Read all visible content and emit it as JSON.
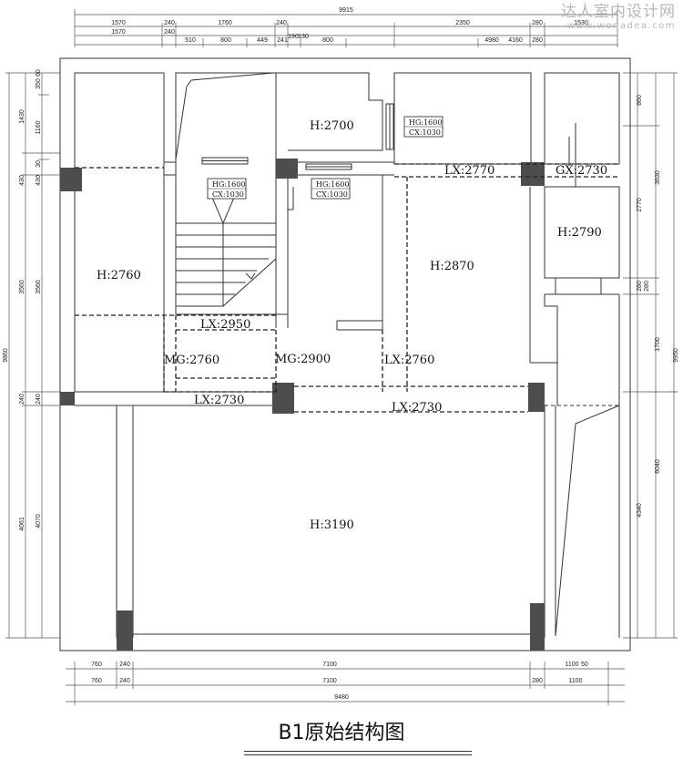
{
  "watermark": {
    "cn": "达人室内设计网",
    "en": "www.wonadea.com"
  },
  "title": "B1原始结构图",
  "top_dims": {
    "total": "9915",
    "row1": [
      "1570",
      "240",
      "1760",
      "240",
      "2350",
      "280",
      "1530"
    ],
    "row2": [
      "1570",
      "240",
      "510",
      "800",
      "449",
      "241",
      "190",
      "130",
      "800",
      "4980",
      "4160",
      "280"
    ]
  },
  "bottom_dims": {
    "row1": [
      "760",
      "240",
      "7100",
      "1100",
      "50"
    ],
    "row2": [
      "760",
      "240",
      "7100",
      "280",
      "1100"
    ],
    "total": "9480"
  },
  "left_dims": {
    "outer": "9860",
    "mid": [
      "1430",
      "430",
      "3560",
      "240",
      "4061"
    ],
    "inner": [
      "350",
      "60",
      "1160",
      "30",
      "430",
      "3560",
      "240",
      "4070"
    ]
  },
  "right_dims": {
    "outer": "9950",
    "mid": [
      "3630",
      "1700",
      "6040"
    ],
    "inner": [
      "860",
      "2770",
      "280",
      "280",
      "4340"
    ]
  },
  "room_heights": [
    "H:2700",
    "H:2760",
    "H:2870",
    "H:2790",
    "H:3190"
  ],
  "beams": [
    "LX:2770",
    "GX:2730",
    "LX:2950",
    "MG:2760",
    "MG:2900",
    "LX:2760",
    "LX:2730",
    "LX:2730"
  ],
  "windows": [
    {
      "hg": "HG:1600",
      "cx": "CX:1030"
    },
    {
      "hg": "HG:1600",
      "cx": "CX:1030"
    },
    {
      "hg": "HG:1600",
      "cx": "CX:1030"
    }
  ]
}
